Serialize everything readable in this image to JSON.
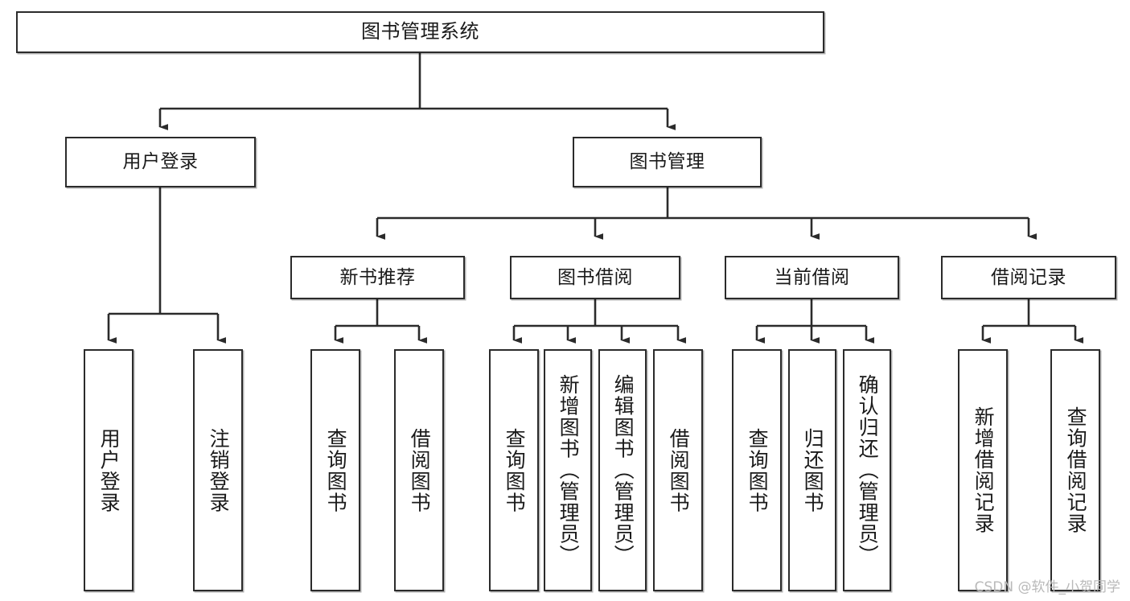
{
  "diagram": {
    "type": "tree",
    "title": "图书管理系统",
    "watermark": "CSDN @软件_小贺同学",
    "colors": {
      "box_border": "#2b2b2b",
      "box_fill": "#ffffff",
      "edge": "#2b2b2b",
      "text": "#1a1a1a",
      "watermark": "#b9b9b9"
    },
    "nodes": {
      "root": {
        "label": "图书管理系统",
        "level": 1,
        "orientation": "horizontal"
      },
      "l2": [
        {
          "label": "用户登录",
          "level": 2,
          "orientation": "horizontal"
        },
        {
          "label": "图书管理",
          "level": 2,
          "orientation": "horizontal"
        }
      ],
      "l3": [
        {
          "label": "新书推荐",
          "level": 3,
          "orientation": "horizontal"
        },
        {
          "label": "图书借阅",
          "level": 3,
          "orientation": "horizontal"
        },
        {
          "label": "当前借阅",
          "level": 3,
          "orientation": "horizontal"
        },
        {
          "label": "借阅记录",
          "level": 3,
          "orientation": "horizontal"
        }
      ],
      "leaves": {
        "user_login": [
          {
            "label": "用户登录",
            "orientation": "vertical"
          },
          {
            "label": "注销登录",
            "orientation": "vertical"
          }
        ],
        "new_book_recommend": [
          {
            "label": "查询图书",
            "orientation": "vertical"
          },
          {
            "label": "借阅图书",
            "orientation": "vertical"
          }
        ],
        "book_borrow": [
          {
            "label": "查询图书",
            "orientation": "vertical"
          },
          {
            "label": "新增图书（管理员）",
            "orientation": "vertical"
          },
          {
            "label": "编辑图书（管理员）",
            "orientation": "vertical"
          },
          {
            "label": "借阅图书",
            "orientation": "vertical"
          }
        ],
        "current_borrow": [
          {
            "label": "查询图书",
            "orientation": "vertical"
          },
          {
            "label": "归还图书",
            "orientation": "vertical"
          },
          {
            "label": "确认归还（管理员）",
            "orientation": "vertical"
          }
        ],
        "borrow_record": [
          {
            "label": "新增借阅记录",
            "orientation": "vertical"
          },
          {
            "label": "查询借阅记录",
            "orientation": "vertical"
          }
        ]
      }
    }
  }
}
